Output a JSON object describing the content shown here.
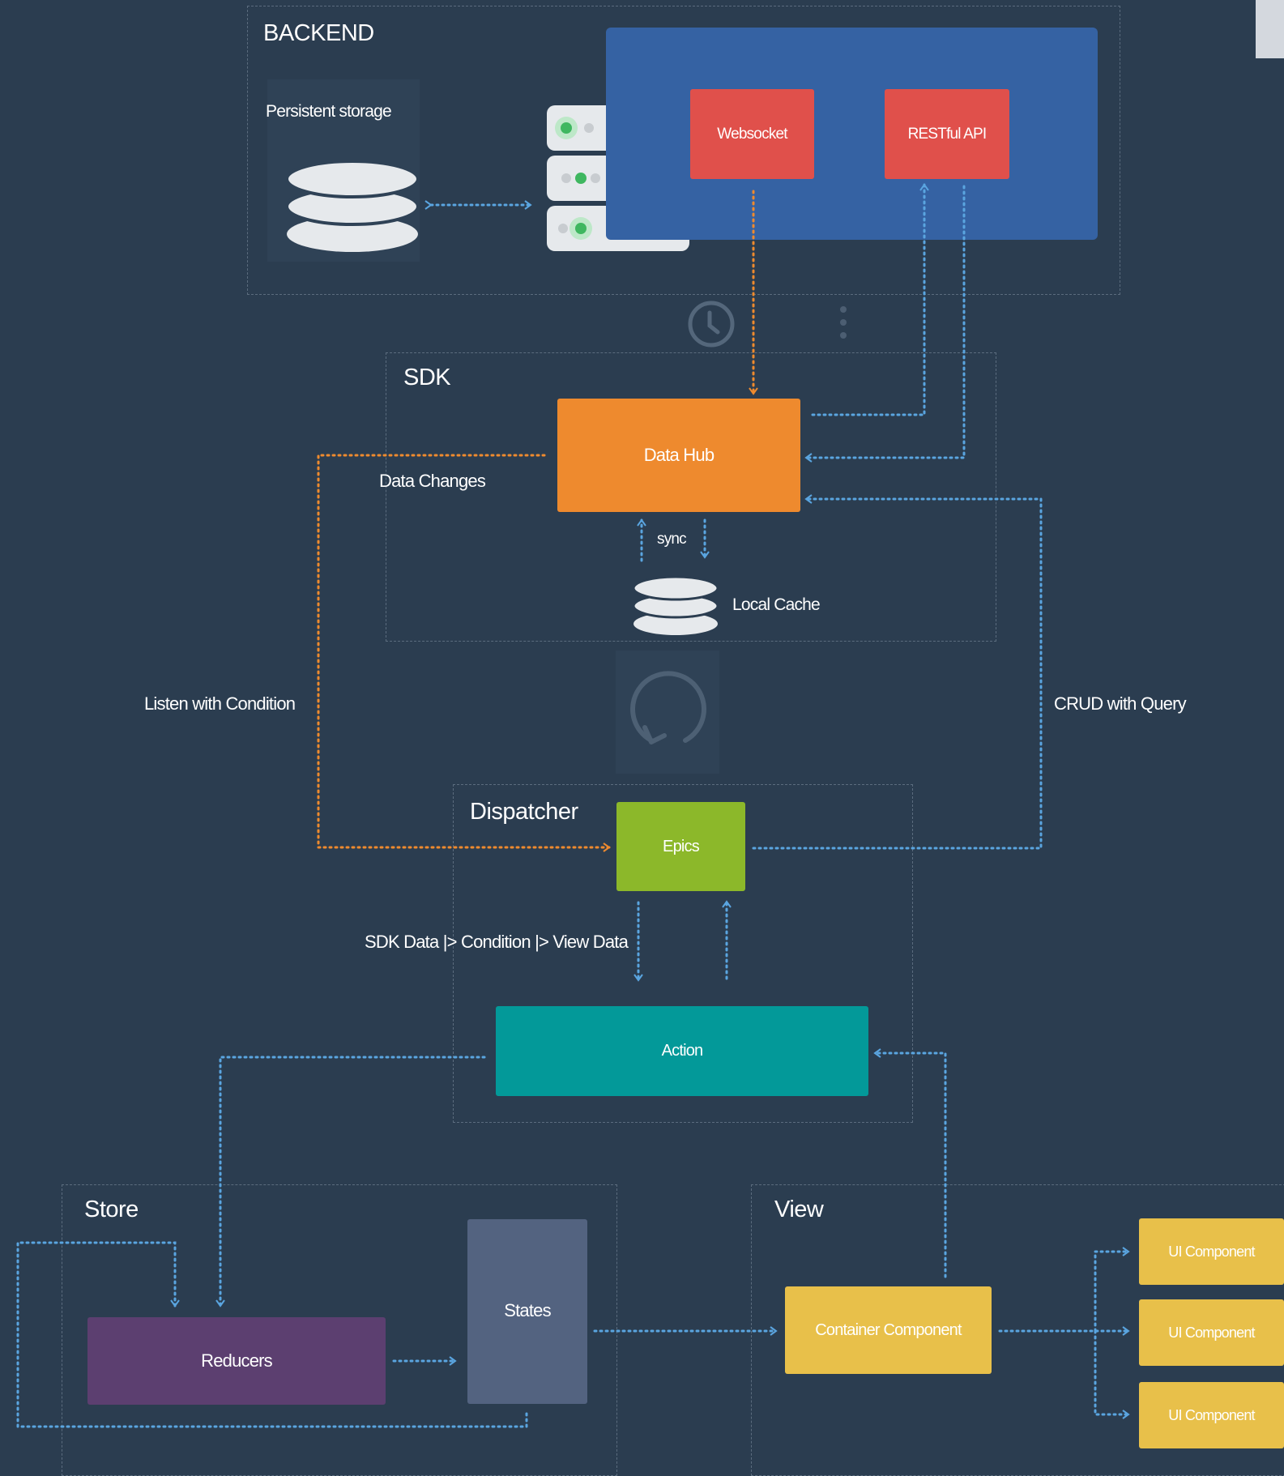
{
  "colors": {
    "background": "#2b3d50",
    "region_border": "#5b6c7e",
    "backend_panel": "#3562a3",
    "websocket": "#e0504b",
    "restful_api": "#e0504b",
    "data_hub": "#ee8a2e",
    "epics": "#8cb82a",
    "action": "#039999",
    "reducers": "#5c3f70",
    "states": "#536380",
    "container_component": "#e8c04a",
    "ui_component": "#e8c04a",
    "orange_link": "#ee8a2e",
    "blue_link": "#5aa5e0"
  },
  "icons": {
    "persistent_storage": "database-icon",
    "server": "server-icon",
    "clock": "clock-icon",
    "local_cache": "database-icon",
    "refresh": "refresh-icon",
    "more": "vertical-ellipsis-icon"
  },
  "regions": {
    "backend": {
      "title": "BACKEND"
    },
    "sdk": {
      "title": "SDK"
    },
    "dispatcher": {
      "title": "Dispatcher"
    },
    "store": {
      "title": "Store"
    },
    "view": {
      "title": "View"
    }
  },
  "nodes": {
    "persistent_storage": "Persistent storage",
    "websocket": "Websocket",
    "restful_api": "RESTful API",
    "data_hub": "Data Hub",
    "local_cache": "Local Cache",
    "epics": "Epics",
    "action": "Action",
    "reducers": "Reducers",
    "states": "States",
    "container_component": "Container Component",
    "ui_components": [
      "UI Component",
      "UI Component",
      "UI Component"
    ]
  },
  "edge_labels": {
    "data_changes": "Data Changes",
    "sync": "sync",
    "listen_with_condition": "Listen with Condition",
    "crud_with_query": "CRUD with Query",
    "pipeline": "SDK Data |> Condition |> View Data"
  }
}
